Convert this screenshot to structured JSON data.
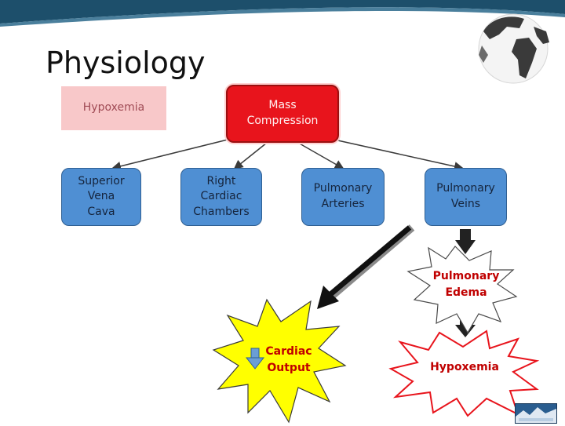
{
  "title": "Physiology",
  "nodes": {
    "hypoxemia_top": "Hypoxemia",
    "mass_compression": "Mass\nCompression",
    "svc": "Superior\nVena\nCava",
    "right_cardiac": "Right\nCardiac\nChambers",
    "pulm_arteries": "Pulmonary\nArteries",
    "pulm_veins": "Pulmonary\nVeins",
    "pulm_edema": "Pulmonary\nEdema",
    "cardiac_output": "Cardiac\nOutput",
    "hypoxemia_bottom": "Hypoxemia"
  },
  "colors": {
    "banner": "#1d4f6b",
    "node_blue": "#4f8fd3",
    "node_red": "#e8141c",
    "node_pink": "#f8c8c9",
    "burst_yellow": "#ffff00",
    "burst_red_stroke": "#e8141c",
    "burst_text": "#c00000"
  }
}
